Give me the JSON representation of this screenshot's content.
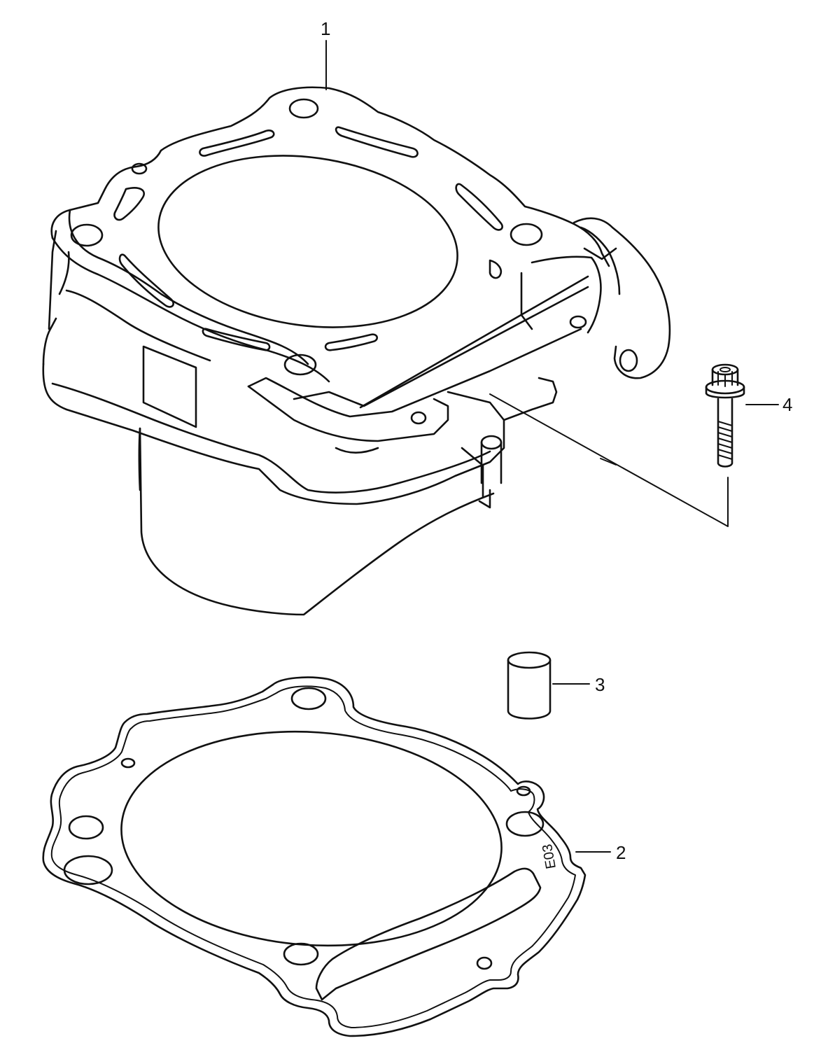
{
  "callouts": [
    {
      "number": "1",
      "part": "cylinder"
    },
    {
      "number": "2",
      "part": "cylinder-gasket"
    },
    {
      "number": "3",
      "part": "dowel-pin"
    },
    {
      "number": "4",
      "part": "bolt"
    }
  ],
  "gasket_stamp": "E03",
  "colors": {
    "line": "#111111",
    "background": "#ffffff"
  }
}
